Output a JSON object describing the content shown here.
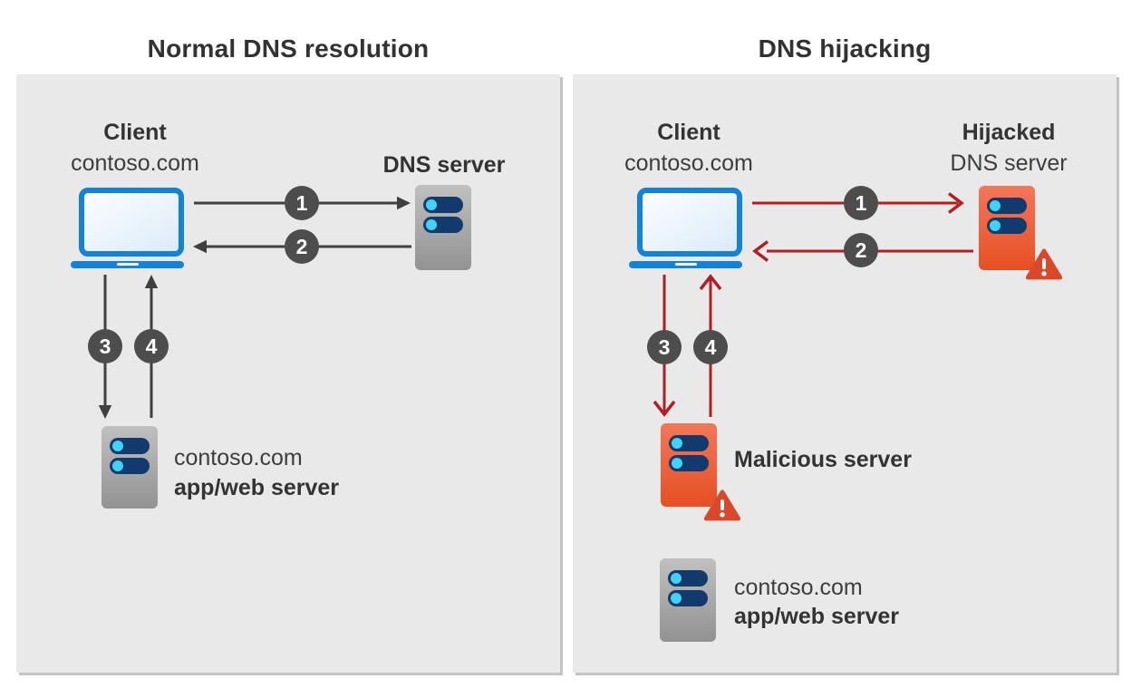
{
  "colors": {
    "panelbg": "#e9e9e9",
    "blue": "#1283d7",
    "navy": "#133a6d",
    "cyan": "#3fd4f7",
    "badge": "#4d4d4d",
    "grayarrow": "#3f3f3f",
    "redarrow": "#b01f24",
    "warn": "#d8492b",
    "server_gray": "#a7a7a7",
    "server_orange": "#ea5a36",
    "text": "#333333"
  },
  "icons": {
    "laptop": "laptop-icon",
    "server": "server-icon",
    "warning": "warning-triangle-icon",
    "step": "step-number-badge"
  },
  "panels": [
    {
      "title": "Normal DNS resolution",
      "client": {
        "name": "Client",
        "domain": "contoso.com"
      },
      "dns": {
        "line1": "DNS server",
        "line2": ""
      },
      "steps": [
        "1",
        "2",
        "3",
        "4"
      ],
      "app": {
        "line1": "contoso.com",
        "line2": "app/web server"
      }
    },
    {
      "title": "DNS hijacking",
      "client": {
        "name": "Client",
        "domain": "contoso.com"
      },
      "dns": {
        "line1": "Hijacked",
        "line2": "DNS server"
      },
      "malicious": {
        "label": "Malicious server"
      },
      "steps": [
        "1",
        "2",
        "3",
        "4"
      ],
      "app": {
        "line1": "contoso.com",
        "line2": "app/web server"
      }
    }
  ]
}
